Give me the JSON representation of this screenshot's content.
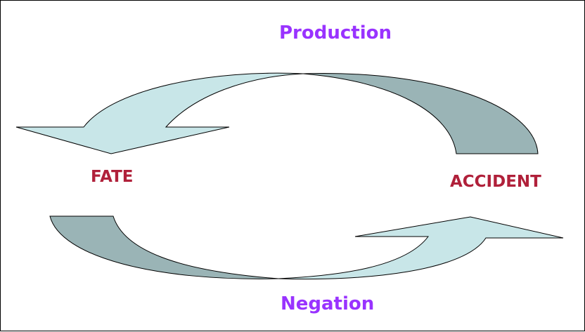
{
  "labels": {
    "production": "Production",
    "negation": "Negation",
    "fate": "FATE",
    "accident": "ACCIDENT"
  },
  "colors": {
    "process_label": "#9933ff",
    "node_label": "#b0203a",
    "arrow_light": "#c8e6e8",
    "arrow_dark": "#9ab4b6",
    "outline": "#000000"
  }
}
